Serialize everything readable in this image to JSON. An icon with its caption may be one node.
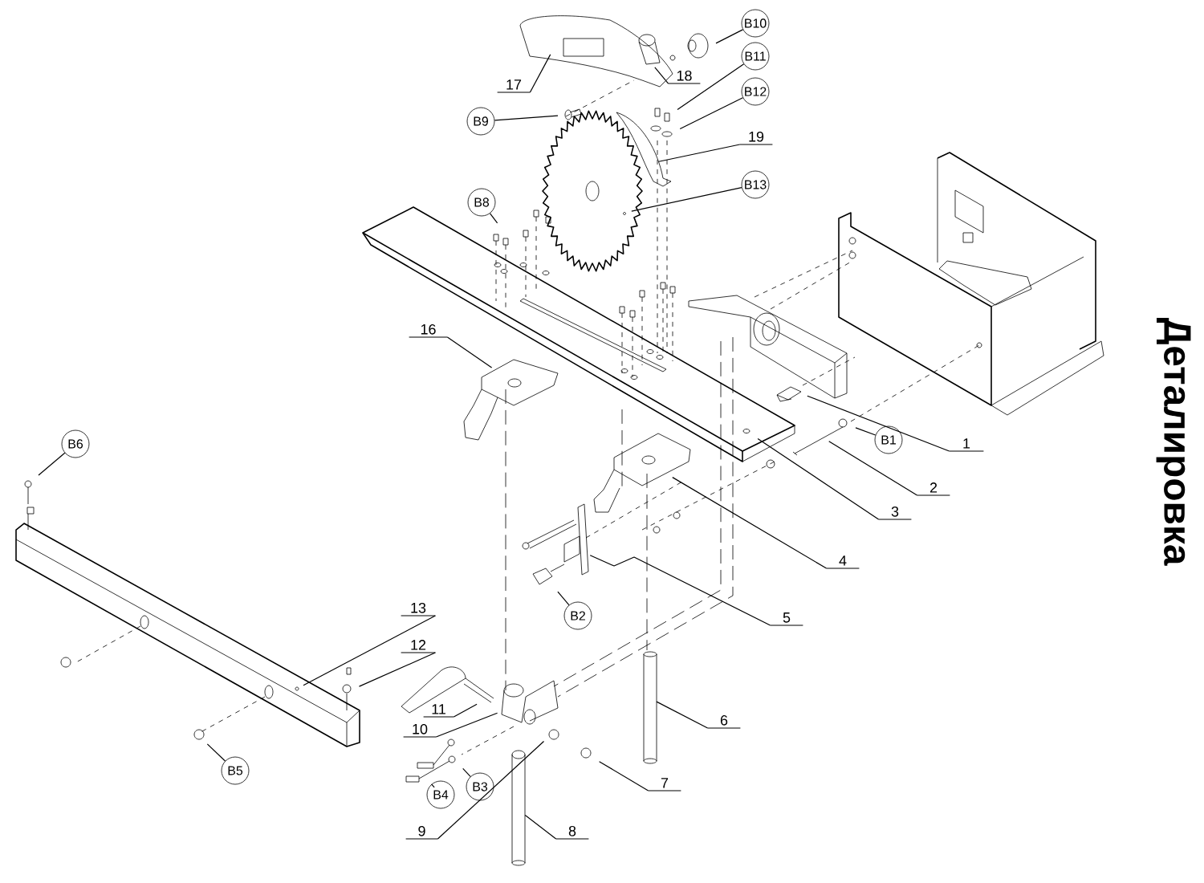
{
  "diagram": {
    "title": "Деталировка",
    "nodes": [
      {
        "text": [
          "1"
        ]
      },
      {
        "text": [
          "2"
        ]
      },
      {
        "text": [
          "3"
        ]
      },
      {
        "text": [
          "4"
        ]
      },
      {
        "text": [
          "5"
        ]
      },
      {
        "text": [
          "6"
        ]
      },
      {
        "text": [
          "7"
        ]
      },
      {
        "text": [
          "8"
        ]
      },
      {
        "text": [
          "9"
        ]
      },
      {
        "text": [
          "10"
        ]
      },
      {
        "text": [
          "11"
        ]
      },
      {
        "text": [
          "12"
        ]
      },
      {
        "text": [
          "13"
        ]
      },
      {
        "text": [
          "16"
        ]
      },
      {
        "text": [
          "17"
        ]
      },
      {
        "text": [
          "18"
        ]
      },
      {
        "text": [
          "19"
        ]
      },
      {
        "text": [
          "B1"
        ]
      },
      {
        "text": [
          "B2"
        ]
      },
      {
        "text": [
          "B3"
        ]
      },
      {
        "text": [
          "B4"
        ]
      },
      {
        "text": [
          "B5"
        ]
      },
      {
        "text": [
          "B6"
        ]
      },
      {
        "text": [
          "B8"
        ]
      },
      {
        "text": [
          "B9"
        ]
      },
      {
        "text": [
          "B10"
        ]
      },
      {
        "text": [
          "B11"
        ]
      },
      {
        "text": [
          "B12"
        ]
      },
      {
        "text": [
          "B13"
        ]
      }
    ],
    "edges": [
      {
        "from": 0,
        "to": null,
        "arrow": "none"
      },
      {
        "from": 1,
        "to": null,
        "arrow": "none"
      },
      {
        "from": 2,
        "to": null,
        "arrow": "none"
      },
      {
        "from": 3,
        "to": null,
        "arrow": "none"
      },
      {
        "from": 4,
        "to": null,
        "arrow": "none"
      },
      {
        "from": 5,
        "to": null,
        "arrow": "none"
      },
      {
        "from": 6,
        "to": null,
        "arrow": "none"
      },
      {
        "from": 7,
        "to": null,
        "arrow": "none"
      },
      {
        "from": 8,
        "to": null,
        "arrow": "none"
      },
      {
        "from": 9,
        "to": null,
        "arrow": "none"
      },
      {
        "from": 10,
        "to": null,
        "arrow": "none"
      },
      {
        "from": 11,
        "to": null,
        "arrow": "none"
      },
      {
        "from": 12,
        "to": null,
        "arrow": "none"
      },
      {
        "from": 13,
        "to": null,
        "arrow": "none"
      },
      {
        "from": 14,
        "to": null,
        "arrow": "none"
      },
      {
        "from": 15,
        "to": null,
        "arrow": "none"
      },
      {
        "from": 16,
        "to": null,
        "arrow": "none"
      },
      {
        "from": 17,
        "to": null,
        "arrow": "none"
      },
      {
        "from": 18,
        "to": null,
        "arrow": "none"
      },
      {
        "from": 19,
        "to": null,
        "arrow": "none"
      },
      {
        "from": 20,
        "to": null,
        "arrow": "none"
      },
      {
        "from": 21,
        "to": null,
        "arrow": "none"
      },
      {
        "from": 22,
        "to": null,
        "arrow": "none"
      },
      {
        "from": 23,
        "to": null,
        "arrow": "none"
      },
      {
        "from": 24,
        "to": null,
        "arrow": "none"
      },
      {
        "from": 25,
        "to": null,
        "arrow": "none"
      },
      {
        "from": 26,
        "to": null,
        "arrow": "none"
      },
      {
        "from": 27,
        "to": null,
        "arrow": "none"
      },
      {
        "from": 28,
        "to": null,
        "arrow": "none"
      }
    ]
  }
}
